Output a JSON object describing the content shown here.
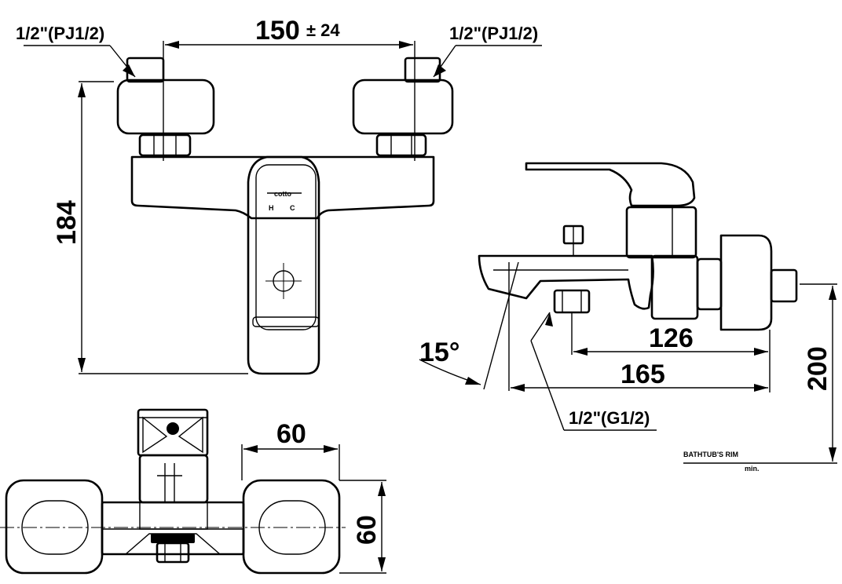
{
  "dimensions": {
    "center_distance": "150",
    "center_tolerance": "± 24",
    "overall_height": "184",
    "spout_to_outlet": "126",
    "spout_projection": "165",
    "height_above_rim": "200",
    "spout_angle": "15°",
    "body_width": "60",
    "body_depth": "60"
  },
  "threads": {
    "inlet_left": "1/2\"(PJ1/2)",
    "inlet_right": "1/2\"(PJ1/2)",
    "outlet": "1/2\"(G1/2)"
  },
  "labels": {
    "rim": "BATHTUB'S RIM",
    "rim_note": "min.",
    "brand": "cotto",
    "hot": "H",
    "cold": "C"
  }
}
